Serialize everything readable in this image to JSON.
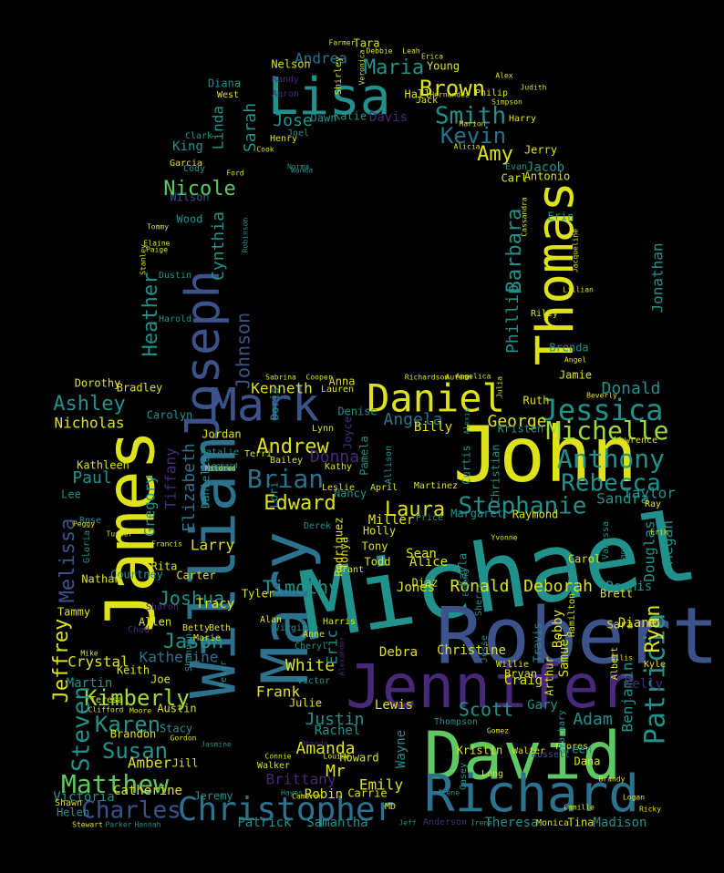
{
  "palette": {
    "yellow": "#dde318",
    "lime": "#a0da39",
    "green": "#5ec962",
    "teal": "#21918c",
    "cyan": "#1fa187",
    "blue": "#3b528b",
    "steel": "#2c728e",
    "purple": "#482878",
    "violet": "#440154"
  },
  "words": [
    {
      "text": "Michael",
      "color": "teal"
    },
    {
      "text": "John",
      "color": "yellow"
    },
    {
      "text": "Robert",
      "color": "blue"
    },
    {
      "text": "James",
      "color": "yellow"
    },
    {
      "text": "David",
      "color": "green"
    },
    {
      "text": "William",
      "color": "steel"
    },
    {
      "text": "Mary",
      "color": "steel"
    },
    {
      "text": "Jennifer",
      "color": "purple"
    },
    {
      "text": "Richard",
      "color": "steel"
    },
    {
      "text": "Joseph",
      "color": "blue"
    },
    {
      "text": "Thomas",
      "color": "yellow"
    },
    {
      "text": "Lisa",
      "color": "teal"
    },
    {
      "text": "Mark",
      "color": "blue"
    },
    {
      "text": "Daniel",
      "color": "yellow"
    },
    {
      "text": "Christopher",
      "color": "steel"
    },
    {
      "text": "Patricia",
      "color": "teal"
    },
    {
      "text": "Jessica",
      "color": "teal"
    },
    {
      "text": "Michelle",
      "color": "lime"
    },
    {
      "text": "Anthony",
      "color": "teal"
    },
    {
      "text": "Rebecca",
      "color": "teal"
    },
    {
      "text": "Stephanie",
      "color": "teal"
    },
    {
      "text": "Matthew",
      "color": "green"
    },
    {
      "text": "Charles",
      "color": "blue"
    },
    {
      "text": "Kimberly",
      "color": "lime"
    },
    {
      "text": "Karen",
      "color": "teal"
    },
    {
      "text": "Susan",
      "color": "teal"
    },
    {
      "text": "Steven",
      "color": "teal"
    },
    {
      "text": "Jeffrey",
      "color": "yellow"
    },
    {
      "text": "Melissa",
      "color": "blue"
    },
    {
      "text": "Brian",
      "color": "steel"
    },
    {
      "text": "Edward",
      "color": "yellow"
    },
    {
      "text": "Laura",
      "color": "yellow"
    },
    {
      "text": "Kevin",
      "color": "steel"
    },
    {
      "text": "Smith",
      "color": "teal"
    },
    {
      "text": "Brown",
      "color": "yellow"
    },
    {
      "text": "Maria",
      "color": "teal"
    },
    {
      "text": "Andrea",
      "color": "steel"
    },
    {
      "text": "Nicole",
      "color": "green"
    },
    {
      "text": "Heather",
      "color": "teal"
    },
    {
      "text": "Johnson",
      "color": "blue"
    },
    {
      "text": "Cynthia",
      "color": "teal"
    },
    {
      "text": "Amy",
      "color": "yellow"
    },
    {
      "text": "Barbara",
      "color": "teal"
    },
    {
      "text": "Jonathan",
      "color": "teal"
    },
    {
      "text": "Phillip",
      "color": "teal"
    },
    {
      "text": "Ashley",
      "color": "teal"
    },
    {
      "text": "Nicholas",
      "color": "yellow"
    },
    {
      "text": "Andrew",
      "color": "yellow"
    },
    {
      "text": "Kenneth",
      "color": "yellow"
    },
    {
      "text": "Donald",
      "color": "teal"
    },
    {
      "text": "Angela",
      "color": "steel"
    },
    {
      "text": "George",
      "color": "yellow"
    },
    {
      "text": "Donna",
      "color": "purple"
    },
    {
      "text": "Elizabeth",
      "color": "steel"
    },
    {
      "text": "Paul",
      "color": "teal"
    },
    {
      "text": "Gregory",
      "color": "teal"
    },
    {
      "text": "Tiffany",
      "color": "purple"
    },
    {
      "text": "Sandra",
      "color": "teal"
    },
    {
      "text": "Taylor",
      "color": "teal"
    },
    {
      "text": "Megan",
      "color": "teal"
    },
    {
      "text": "Douglas",
      "color": "teal"
    },
    {
      "text": "Ryan",
      "color": "yellow"
    },
    {
      "text": "Timothy",
      "color": "teal"
    },
    {
      "text": "Joshua",
      "color": "teal"
    },
    {
      "text": "Jason",
      "color": "teal"
    },
    {
      "text": "Larry",
      "color": "yellow"
    },
    {
      "text": "Ronald",
      "color": "yellow"
    },
    {
      "text": "Deborah",
      "color": "yellow"
    },
    {
      "text": "Jones",
      "color": "yellow"
    },
    {
      "text": "Dennis",
      "color": "teal"
    },
    {
      "text": "Katherine",
      "color": "steel"
    },
    {
      "text": "Crystal",
      "color": "yellow"
    },
    {
      "text": "Martin",
      "color": "teal"
    },
    {
      "text": "Amber",
      "color": "yellow"
    },
    {
      "text": "Brittany",
      "color": "purple"
    },
    {
      "text": "Amanda",
      "color": "yellow"
    },
    {
      "text": "Justin",
      "color": "teal"
    },
    {
      "text": "Scott",
      "color": "teal"
    },
    {
      "text": "Adam",
      "color": "teal"
    },
    {
      "text": "Benjamin",
      "color": "teal"
    },
    {
      "text": "Gary",
      "color": "teal"
    },
    {
      "text": "Frank",
      "color": "yellow"
    },
    {
      "text": "White",
      "color": "yellow"
    },
    {
      "text": "Eric",
      "color": "teal"
    },
    {
      "text": "Kelly",
      "color": "purple"
    },
    {
      "text": "Mr",
      "color": "yellow"
    },
    {
      "text": "Emily",
      "color": "yellow"
    },
    {
      "text": "Rachel",
      "color": "teal"
    },
    {
      "text": "Christine",
      "color": "yellow"
    },
    {
      "text": "Debra",
      "color": "yellow"
    },
    {
      "text": "Jose",
      "color": "teal"
    },
    {
      "text": "Sarah",
      "color": "teal"
    },
    {
      "text": "Linda",
      "color": "teal"
    },
    {
      "text": "Tara",
      "color": "yellow"
    },
    {
      "text": "Nelson",
      "color": "yellow"
    },
    {
      "text": "Young",
      "color": "yellow"
    },
    {
      "text": "Diana",
      "color": "teal"
    },
    {
      "text": "Hall",
      "color": "yellow"
    },
    {
      "text": "Davis",
      "color": "purple"
    },
    {
      "text": "Dawn",
      "color": "teal"
    },
    {
      "text": "Katie",
      "color": "teal"
    },
    {
      "text": "Garcia",
      "color": "yellow"
    },
    {
      "text": "King",
      "color": "teal"
    },
    {
      "text": "Wilson",
      "color": "blue"
    },
    {
      "text": "Cody",
      "color": "teal"
    },
    {
      "text": "Jacob",
      "color": "teal"
    },
    {
      "text": "Antonio",
      "color": "yellow"
    },
    {
      "text": "Carl",
      "color": "yellow"
    },
    {
      "text": "Jerry",
      "color": "yellow"
    },
    {
      "text": "Evan",
      "color": "teal"
    },
    {
      "text": "Wood",
      "color": "teal"
    },
    {
      "text": "Erin",
      "color": "teal"
    },
    {
      "text": "Brenda",
      "color": "teal"
    },
    {
      "text": "Jamie",
      "color": "yellow"
    },
    {
      "text": "Ruth",
      "color": "yellow"
    },
    {
      "text": "Kristen",
      "color": "teal"
    },
    {
      "text": "Billy",
      "color": "yellow"
    },
    {
      "text": "Joyce",
      "color": "purple"
    },
    {
      "text": "Denise",
      "color": "teal"
    },
    {
      "text": "Lauren",
      "color": "yellow"
    },
    {
      "text": "Anna",
      "color": "yellow"
    },
    {
      "text": "Bradley",
      "color": "yellow"
    },
    {
      "text": "Dorothy",
      "color": "yellow"
    },
    {
      "text": "Carolyn",
      "color": "teal"
    },
    {
      "text": "Jordan",
      "color": "yellow"
    },
    {
      "text": "Natalie",
      "color": "teal"
    },
    {
      "text": "Kathleen",
      "color": "yellow"
    },
    {
      "text": "Lee",
      "color": "teal"
    },
    {
      "text": "Nancy",
      "color": "teal"
    },
    {
      "text": "Derek",
      "color": "teal"
    },
    {
      "text": "Miller",
      "color": "yellow"
    },
    {
      "text": "Holly",
      "color": "yellow"
    },
    {
      "text": "Tony",
      "color": "yellow"
    },
    {
      "text": "Todd",
      "color": "yellow"
    },
    {
      "text": "Sean",
      "color": "yellow"
    },
    {
      "text": "Alice",
      "color": "yellow"
    },
    {
      "text": "Kayla",
      "color": "teal"
    },
    {
      "text": "Margaret",
      "color": "teal"
    },
    {
      "text": "Raymond",
      "color": "yellow"
    },
    {
      "text": "Carol",
      "color": "yellow"
    },
    {
      "text": "Brett",
      "color": "yellow"
    },
    {
      "text": "Rita",
      "color": "yellow"
    },
    {
      "text": "Carter",
      "color": "yellow"
    },
    {
      "text": "Tracy",
      "color": "yellow"
    },
    {
      "text": "Tyler",
      "color": "yellow"
    },
    {
      "text": "Courtney",
      "color": "teal"
    },
    {
      "text": "Nathan",
      "color": "yellow"
    },
    {
      "text": "Betty",
      "color": "yellow"
    },
    {
      "text": "Allen",
      "color": "yellow"
    },
    {
      "text": "Tammy",
      "color": "yellow"
    },
    {
      "text": "Austin",
      "color": "yellow"
    },
    {
      "text": "Julie",
      "color": "yellow"
    },
    {
      "text": "Lewis",
      "color": "yellow"
    },
    {
      "text": "Samuel",
      "color": "yellow"
    },
    {
      "text": "Bobby",
      "color": "yellow"
    },
    {
      "text": "Craig",
      "color": "yellow"
    },
    {
      "text": "Bryan",
      "color": "yellow"
    },
    {
      "text": "Arthur",
      "color": "yellow"
    },
    {
      "text": "Sara",
      "color": "yellow"
    },
    {
      "text": "Diane",
      "color": "yellow"
    },
    {
      "text": "Victoria",
      "color": "teal"
    },
    {
      "text": "Helen",
      "color": "teal"
    },
    {
      "text": "Catherine",
      "color": "yellow"
    },
    {
      "text": "Robin",
      "color": "yellow"
    },
    {
      "text": "Carrie",
      "color": "yellow"
    },
    {
      "text": "Samantha",
      "color": "teal"
    },
    {
      "text": "Patrick",
      "color": "teal"
    },
    {
      "text": "Jeremy",
      "color": "teal"
    },
    {
      "text": "Anderson",
      "color": "purple"
    },
    {
      "text": "Theresa",
      "color": "teal"
    },
    {
      "text": "Monica",
      "color": "yellow"
    },
    {
      "text": "Tina",
      "color": "yellow"
    },
    {
      "text": "Madison",
      "color": "teal"
    },
    {
      "text": "Kristin",
      "color": "yellow"
    },
    {
      "text": "Long",
      "color": "yellow"
    },
    {
      "text": "Green",
      "color": "teal"
    },
    {
      "text": "Dana",
      "color": "yellow"
    },
    {
      "text": "Stewart",
      "color": "yellow"
    },
    {
      "text": "Parker",
      "color": "teal"
    },
    {
      "text": "Hannah",
      "color": "teal"
    },
    {
      "text": "Jill",
      "color": "yellow"
    },
    {
      "text": "Stacy",
      "color": "teal"
    },
    {
      "text": "Brandon",
      "color": "yellow"
    },
    {
      "text": "Howard",
      "color": "yellow"
    },
    {
      "text": "Wayne",
      "color": "teal"
    },
    {
      "text": "Casey",
      "color": "teal"
    },
    {
      "text": "Jesse",
      "color": "teal"
    },
    {
      "text": "Ray",
      "color": "yellow"
    },
    {
      "text": "Lawrence",
      "color": "yellow"
    },
    {
      "text": "Albert",
      "color": "yellow"
    },
    {
      "text": "Keith",
      "color": "yellow"
    },
    {
      "text": "Joe",
      "color": "yellow"
    },
    {
      "text": "Beth",
      "color": "yellow"
    },
    {
      "text": "Marie",
      "color": "yellow"
    },
    {
      "text": "Russell",
      "color": "blue"
    },
    {
      "text": "Shannon",
      "color": "teal"
    },
    {
      "text": "Danielle",
      "color": "teal"
    },
    {
      "text": "Terri",
      "color": "yellow"
    },
    {
      "text": "Bailey",
      "color": "yellow"
    },
    {
      "text": "Kathy",
      "color": "yellow"
    },
    {
      "text": "Leslie",
      "color": "yellow"
    },
    {
      "text": "Lori",
      "color": "teal"
    },
    {
      "text": "Doris",
      "color": "teal"
    },
    {
      "text": "Lynn",
      "color": "yellow"
    },
    {
      "text": "Pamela",
      "color": "teal"
    },
    {
      "text": "Curtis",
      "color": "teal"
    },
    {
      "text": "Christian",
      "color": "teal"
    },
    {
      "text": "Martinez",
      "color": "yellow"
    },
    {
      "text": "Price",
      "color": "teal"
    },
    {
      "text": "Allison",
      "color": "teal"
    },
    {
      "text": "April",
      "color": "yellow"
    },
    {
      "text": "Diaz",
      "color": "yellow"
    },
    {
      "text": "Rodriguez",
      "color": "yellow"
    },
    {
      "text": "Tonya",
      "color": "yellow"
    },
    {
      "text": "Grant",
      "color": "yellow"
    },
    {
      "text": "Harris",
      "color": "yellow"
    },
    {
      "text": "Virginie",
      "color": "teal"
    },
    {
      "text": "Anne",
      "color": "yellow"
    },
    {
      "text": "Alan",
      "color": "yellow"
    },
    {
      "text": "Cheryl",
      "color": "teal"
    },
    {
      "text": "Victor",
      "color": "teal"
    },
    {
      "text": "Travis",
      "color": "teal"
    },
    {
      "text": "Willie",
      "color": "yellow"
    },
    {
      "text": "Kyle",
      "color": "yellow"
    },
    {
      "text": "Walker",
      "color": "yellow"
    },
    {
      "text": "Walter",
      "color": "yellow"
    },
    {
      "text": "Flores",
      "color": "yellow"
    },
    {
      "text": "Zachary",
      "color": "teal"
    },
    {
      "text": "Thompson",
      "color": "teal"
    },
    {
      "text": "Rose",
      "color": "teal"
    },
    {
      "text": "Gloria",
      "color": "teal"
    },
    {
      "text": "Teresa",
      "color": "yellow"
    },
    {
      "text": "Shawn",
      "color": "yellow"
    },
    {
      "text": "Hamilton",
      "color": "yellow"
    },
    {
      "text": "Sherry",
      "color": "teal"
    },
    {
      "text": "Jack",
      "color": "yellow"
    },
    {
      "text": "Philip",
      "color": "yellow"
    },
    {
      "text": "Harry",
      "color": "yellow"
    },
    {
      "text": "Shirley",
      "color": "yellow"
    },
    {
      "text": "Randy",
      "color": "purple"
    },
    {
      "text": "Aaron",
      "color": "purple"
    },
    {
      "text": "West",
      "color": "yellow"
    },
    {
      "text": "Clark",
      "color": "teal"
    },
    {
      "text": "Henry",
      "color": "yellow"
    },
    {
      "text": "Joel",
      "color": "teal"
    },
    {
      "text": "Cook",
      "color": "yellow"
    },
    {
      "text": "Tommy",
      "color": "yellow"
    },
    {
      "text": "Paige",
      "color": "yellow"
    },
    {
      "text": "Elaine",
      "color": "yellow"
    },
    {
      "text": "Stanley",
      "color": "yellow"
    },
    {
      "text": "Dustin",
      "color": "teal"
    },
    {
      "text": "Robinson",
      "color": "teal"
    },
    {
      "text": "Harold",
      "color": "teal"
    },
    {
      "text": "Riley",
      "color": "yellow"
    },
    {
      "text": "Norma",
      "color": "teal"
    },
    {
      "text": "Wanda",
      "color": "teal"
    },
    {
      "text": "Mildred",
      "color": "yellow"
    },
    {
      "text": "Leonard",
      "color": "teal"
    },
    {
      "text": "Francis",
      "color": "yellow"
    },
    {
      "text": "Rhonda",
      "color": "purple"
    },
    {
      "text": "Louise",
      "color": "yellow"
    },
    {
      "text": "Gordon",
      "color": "yellow"
    },
    {
      "text": "Clifford",
      "color": "yellow"
    },
    {
      "text": "Moore",
      "color": "yellow"
    },
    {
      "text": "Jasmine",
      "color": "teal"
    },
    {
      "text": "Gomez",
      "color": "yellow"
    },
    {
      "text": "Peter",
      "color": "teal"
    },
    {
      "text": "Irene",
      "color": "teal"
    },
    {
      "text": "Jeff",
      "color": "teal"
    },
    {
      "text": "Hayes",
      "color": "teal"
    },
    {
      "text": "Eugene",
      "color": "teal"
    },
    {
      "text": "Alexis",
      "color": "teal"
    },
    {
      "text": "Alexander",
      "color": "purple"
    },
    {
      "text": "Yvonne",
      "color": "yellow"
    },
    {
      "text": "Vanessa",
      "color": "teal"
    },
    {
      "text": "Janet",
      "color": "teal"
    },
    {
      "text": "Ellis",
      "color": "yellow"
    },
    {
      "text": "Erik",
      "color": "yellow"
    },
    {
      "text": "Ricky",
      "color": "yellow"
    },
    {
      "text": "Ford",
      "color": "yellow"
    },
    {
      "text": "Farmer",
      "color": "yellow"
    },
    {
      "text": "Leah",
      "color": "yellow"
    },
    {
      "text": "Debbie",
      "color": "yellow"
    },
    {
      "text": "Erica",
      "color": "yellow"
    },
    {
      "text": "Veronica",
      "color": "yellow"
    },
    {
      "text": "Hernandez",
      "color": "yellow"
    },
    {
      "text": "Simpson",
      "color": "yellow"
    },
    {
      "text": "Marion",
      "color": "yellow"
    },
    {
      "text": "Alex",
      "color": "yellow"
    },
    {
      "text": "Judith",
      "color": "yellow"
    },
    {
      "text": "Alicia",
      "color": "yellow"
    },
    {
      "text": "Cassandra",
      "color": "yellow"
    },
    {
      "text": "Jacqueline",
      "color": "yellow"
    },
    {
      "text": "Lillian",
      "color": "yellow"
    },
    {
      "text": "Beverly",
      "color": "yellow"
    },
    {
      "text": "Angel",
      "color": "yellow"
    },
    {
      "text": "Julia",
      "color": "yellow"
    },
    {
      "text": "Sabrina",
      "color": "yellow"
    },
    {
      "text": "Cooper",
      "color": "yellow"
    },
    {
      "text": "Richardson",
      "color": "yellow"
    },
    {
      "text": "Autumn",
      "color": "yellow"
    },
    {
      "text": "Angelica",
      "color": "yellow"
    },
    {
      "text": "Mike",
      "color": "yellow"
    },
    {
      "text": "Chad",
      "color": "purple"
    },
    {
      "text": "Sharon",
      "color": "purple"
    },
    {
      "text": "Peggy",
      "color": "yellow"
    },
    {
      "text": "Turner",
      "color": "yellow"
    },
    {
      "text": "Connie",
      "color": "yellow"
    },
    {
      "text": "Cameron",
      "color": "yellow"
    },
    {
      "text": "Camille",
      "color": "yellow"
    },
    {
      "text": "Brandy",
      "color": "yellow"
    },
    {
      "text": "Logan",
      "color": "yellow"
    },
    {
      "text": "Irene",
      "color": "teal"
    },
    {
      "text": "MD",
      "color": "yellow"
    }
  ]
}
